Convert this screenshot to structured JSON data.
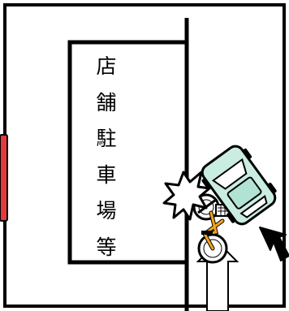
{
  "lot_sign": {
    "characters": [
      "店",
      "舗",
      "駐",
      "車",
      "場",
      "等"
    ]
  },
  "colors": {
    "outline": "#000000",
    "background": "#ffffff",
    "tab": "#e53a3a",
    "car_body": "#c9ede1",
    "car_glass": "#ffffff",
    "bicycle_frame": "#f2a41c",
    "impact_star": "#ffffff"
  },
  "icons": {
    "car": "car-icon",
    "bicycle": "bicycle-icon",
    "impact": "impact-burst-icon",
    "car_direction": "arrow-up-left-icon",
    "bicycle_direction": "arrow-up-icon"
  }
}
